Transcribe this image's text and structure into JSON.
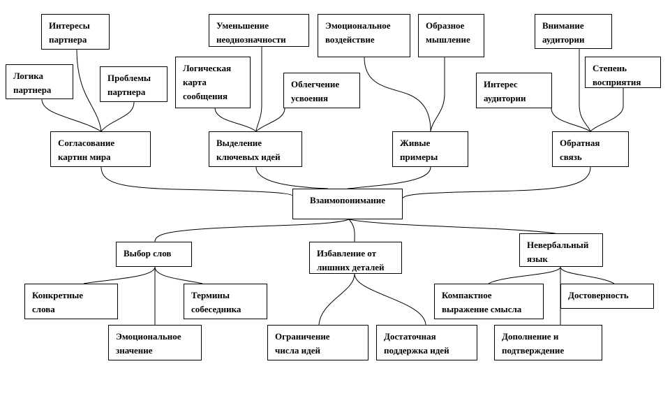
{
  "diagram": {
    "center": "Взаимопонимание",
    "top": {
      "agreement": {
        "label": "Согласование\nкартин мира",
        "children": [
          "Логика\nпартнера",
          "Интересы\nпартнера",
          "Проблемы\nпартнера"
        ]
      },
      "key_ideas": {
        "label": "Выделение\nключевых идей",
        "children": [
          "Логическая\nкарта\nсообщения",
          "Уменьшение\nнеоднозначности",
          "Облегчение\nусвоения"
        ]
      },
      "examples": {
        "label": "Живые\nпримеры",
        "children": [
          "Эмоциональное\nвоздействие",
          "Образное\nмышление"
        ]
      },
      "feedback": {
        "label": "Обратная\nсвязь",
        "children": [
          "Интерес\nаудитории",
          "Внимание\nаудитории",
          "Степень\nвосприятия"
        ]
      }
    },
    "bottom": {
      "words": {
        "label": "Выбор слов",
        "children": [
          "Конкретные\nслова",
          "Эмоциональное\nзначение",
          "Термины\nсобеседника"
        ]
      },
      "details": {
        "label": "Избавление от\nлишних деталей",
        "children": [
          "Ограничение\nчисла идей",
          "Достаточная\nподдержка идей"
        ]
      },
      "nonverbal": {
        "label": "Невербальный\nязык",
        "children": [
          "Компактное\nвыражение смысла",
          "Дополнение и\nподтверждение",
          "Достоверность"
        ]
      }
    }
  }
}
